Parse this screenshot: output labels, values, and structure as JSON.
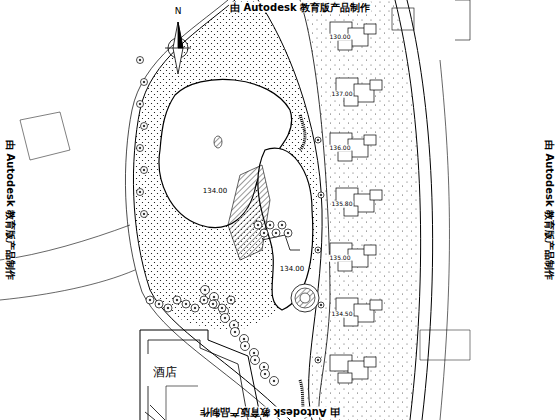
{
  "diagram": {
    "nodes": [
      {
        "text": [
          "酒店"
        ]
      }
    ],
    "labels": [
      "由 Autodesk 教育版产品制作",
      "由 Autodesk 教育版产品制作",
      "由 Autodesk 教育版产品制作",
      "由 Autodesk 教育版产品制作",
      "N",
      "134.00",
      "134.00",
      "130.00",
      "137.00",
      "136.00",
      "135.80",
      "135.00",
      "134.50"
    ]
  }
}
